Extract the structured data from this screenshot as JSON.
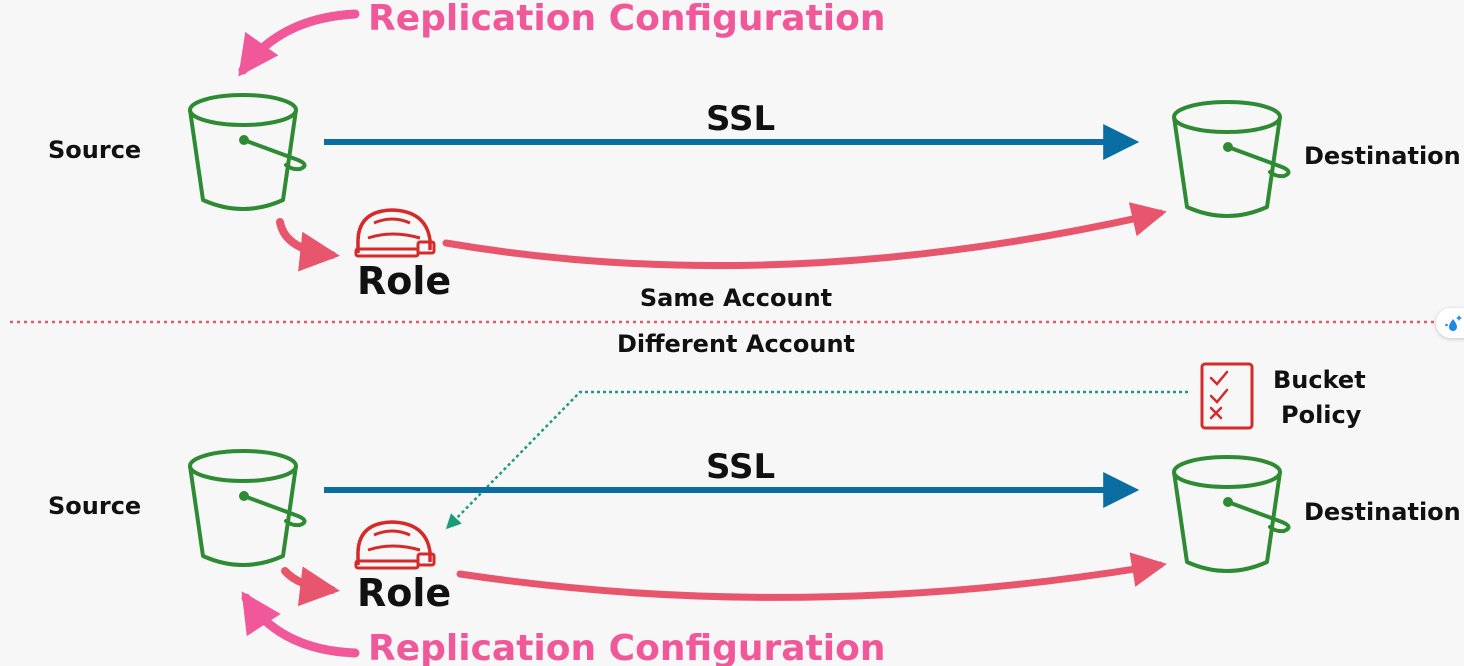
{
  "top": {
    "replication_label": "Replication Configuration",
    "source_label": "Source",
    "destination_label": "Destination",
    "ssl_label": "SSL",
    "role_label": "Role"
  },
  "divider": {
    "above_label": "Same Account",
    "below_label": "Different Account"
  },
  "bottom": {
    "replication_label": "Replication Configuration",
    "source_label": "Source",
    "destination_label": "Destination",
    "ssl_label": "SSL",
    "role_label": "Role",
    "policy_line1": "Bucket",
    "policy_line2": "Policy"
  },
  "colors": {
    "bucket": "#2e8b34",
    "ssl_arrow": "#0b6ea3",
    "role_arrow": "#e8566e",
    "replication": "#f0589a",
    "divider": "#e8566e",
    "policy_line": "#1a9c7a"
  },
  "icons": [
    "bucket-icon",
    "hard-hat-icon",
    "checklist-icon",
    "sparkle-icon"
  ]
}
